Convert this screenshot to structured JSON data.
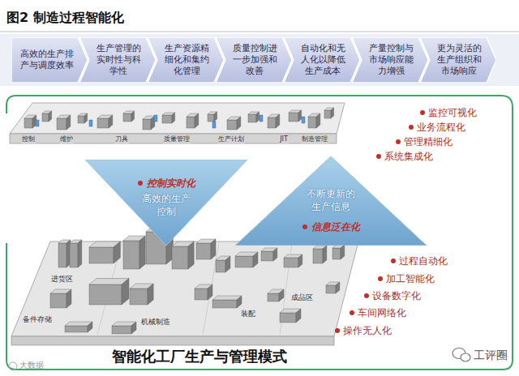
{
  "diagram": {
    "title": "图2 制造过程智能化",
    "caption": "智能化工厂生产与管理模式",
    "nodes": [
      {
        "text": [
          "高效的生产排产与调度效率"
        ]
      },
      {
        "text": [
          "生产管理的实时性与科学性"
        ]
      },
      {
        "text": [
          "生产资源精细化和集约化管理"
        ]
      },
      {
        "text": [
          "质量控制进一步加强和改善"
        ]
      },
      {
        "text": [
          "自动化和无人化以降低生产成本"
        ]
      },
      {
        "text": [
          "产量控制与市场响应能力增强"
        ]
      },
      {
        "text": [
          "更为灵活的生产组织和市场响应"
        ]
      },
      {
        "text": [
          "控制实时化",
          "高效的生产控制"
        ]
      },
      {
        "text": [
          "不断更新的生产信息",
          "信息泛在化"
        ]
      }
    ],
    "labels": [
      "控制",
      "维护",
      "刀具",
      "质量管理",
      "生产计划",
      "JIT",
      "制造管理",
      "监控可视化",
      "业务流程化",
      "管理精细化",
      "系统集成化",
      "进货区",
      "备件存储",
      "机械制造",
      "装配",
      "成品区",
      "过程自动化",
      "加工智能化",
      "设备数字化",
      "车间网络化",
      "操作无人化",
      "大数据",
      "工评圈"
    ]
  }
}
